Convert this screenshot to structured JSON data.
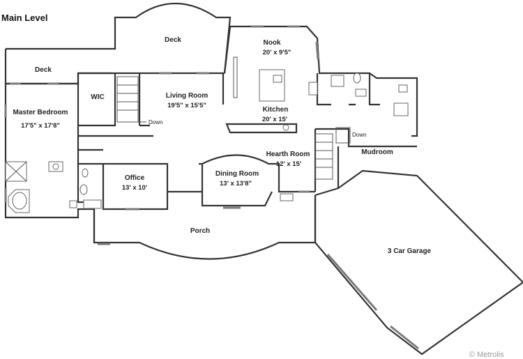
{
  "title": "Main Level",
  "rooms": {
    "deck_upper": {
      "name": "Deck"
    },
    "deck_left": {
      "name": "Deck"
    },
    "nook": {
      "name": "Nook",
      "dim": "20' x 9'5\""
    },
    "wic": {
      "name": "WIC"
    },
    "living": {
      "name": "Living Room",
      "dim": "19'5\" x 15'5\""
    },
    "kitchen": {
      "name": "Kitchen",
      "dim": "20' x 15'"
    },
    "master": {
      "name": "Master Bedroom",
      "dim": "17'5\" x 17'8\""
    },
    "hearth": {
      "name": "Hearth Room",
      "dim": "12' x 15'"
    },
    "mudroom": {
      "name": "Mudroom"
    },
    "office": {
      "name": "Office",
      "dim": "13' x 10'"
    },
    "dining": {
      "name": "Dining Room",
      "dim": "13' x 13'8\""
    },
    "porch": {
      "name": "Porch"
    },
    "garage": {
      "name": "3 Car Garage"
    }
  },
  "stairs": {
    "down_left": "Down",
    "down_right": "Down"
  },
  "copyright": "© Metrolis"
}
